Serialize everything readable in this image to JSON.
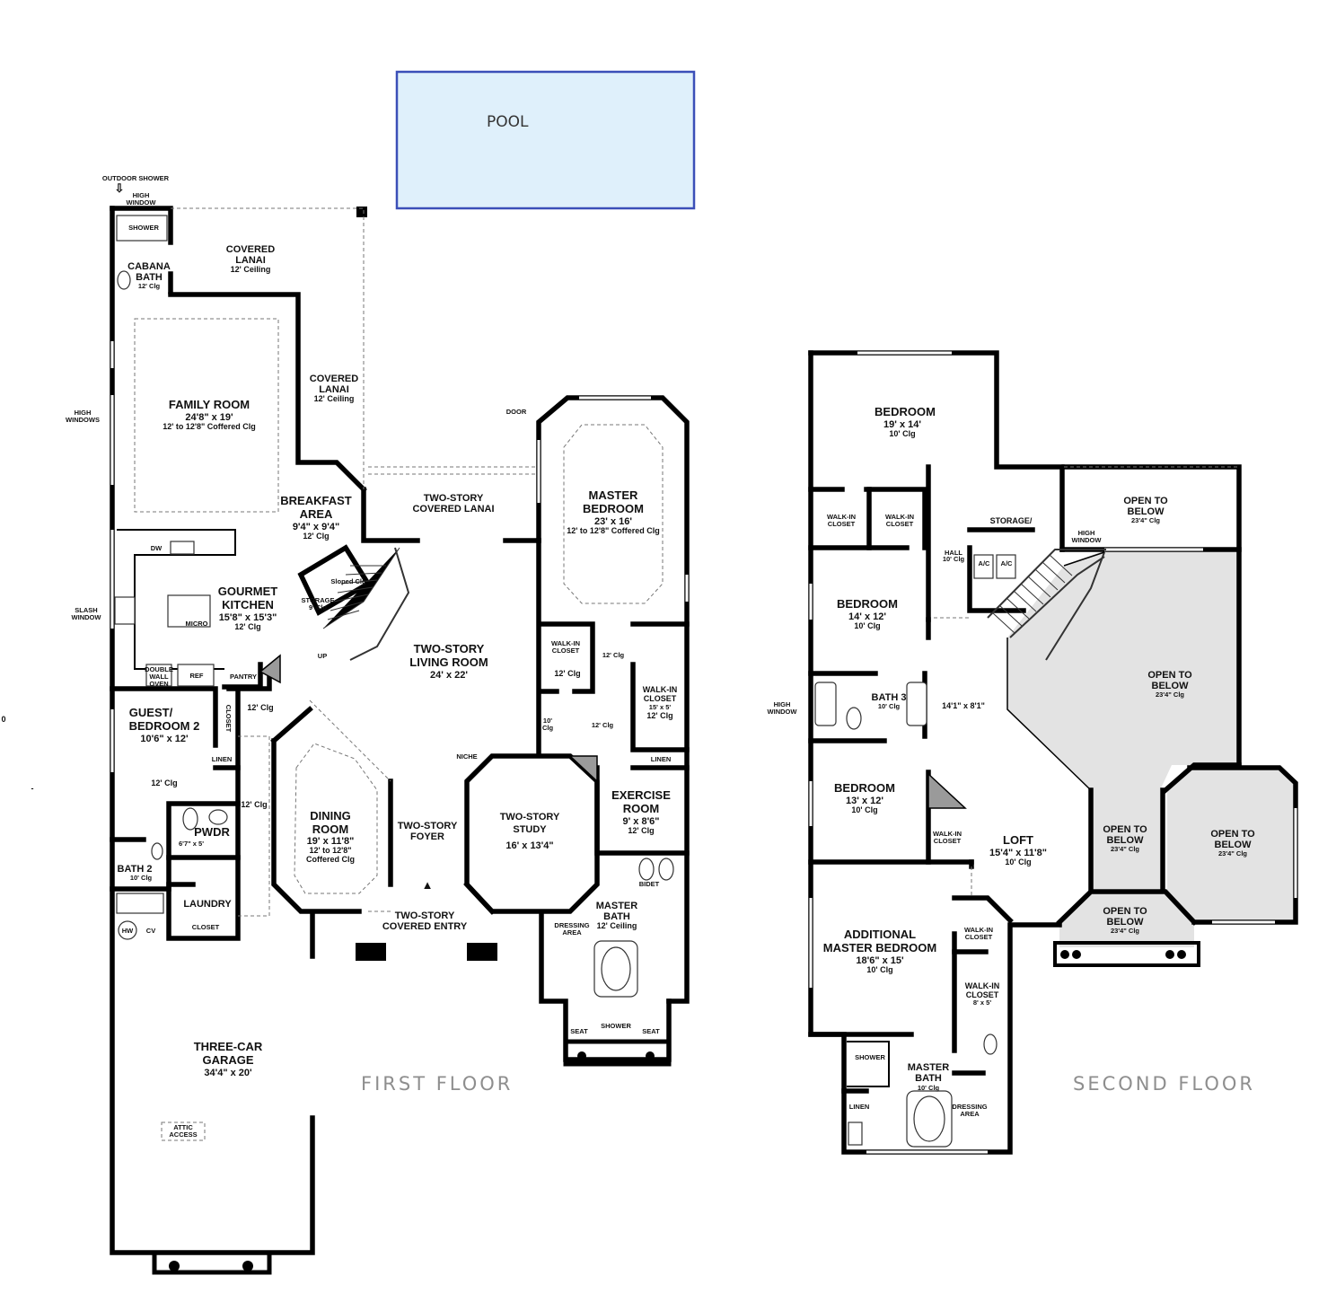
{
  "pool": {
    "label": "POOL",
    "fill": "#dff0fb",
    "stroke": "#3b4fb8"
  },
  "floors": {
    "first": "FIRST  FLOOR",
    "second": "SECOND  FLOOR"
  },
  "open_below_fill": "#e3e3e3",
  "first_floor": {
    "outdoor_shower": "OUTDOOR SHOWER",
    "high_window_a": "HIGH",
    "high_window_b": "WINDOW",
    "shower": "SHOWER",
    "cabana_bath": {
      "name1": "CABANA",
      "name2": "BATH",
      "clg": "12' Clg"
    },
    "covered_lanai_1": {
      "name1": "COVERED",
      "name2": "LANAI",
      "clg": "12' Ceiling"
    },
    "covered_lanai_2": {
      "name1": "COVERED",
      "name2": "LANAI",
      "clg": "12' Ceiling"
    },
    "high_windows": {
      "a": "HIGH",
      "b": "WINDOWS"
    },
    "family_room": {
      "name": "FAMILY ROOM",
      "dims": "24'8\" x 19'",
      "clg": "12' to 12'8\" Coffered Clg"
    },
    "breakfast_area": {
      "name1": "BREAKFAST",
      "name2": "AREA",
      "dims": "9'4\" x 9'4\"",
      "clg": "12' Clg"
    },
    "two_story_covered_lanai": {
      "name1": "TWO-STORY",
      "name2": "COVERED LANAI"
    },
    "door": "DOOR",
    "master_bedroom": {
      "name1": "MASTER",
      "name2": "BEDROOM",
      "dims": "23' x 16'",
      "clg": "12' to 12'8\" Coffered Clg"
    },
    "dw": "DW",
    "gourmet_kitchen": {
      "name1": "GOURMET",
      "name2": "KITCHEN",
      "dims": "15'8\" x 15'3\"",
      "clg": "12' Clg"
    },
    "micro": "MICRO",
    "storage": {
      "name": "STORAGE",
      "clg": "9' Clg"
    },
    "sloped_clg": "Sloped Clg",
    "slash_window": {
      "a": "SLASH",
      "b": "WINDOW"
    },
    "up": "UP",
    "double_wall_oven": {
      "a": "DOUBLE",
      "b": "WALL",
      "c": "OVEN"
    },
    "ref": "REF",
    "pantry": "PANTRY",
    "living_room": {
      "name1": "TWO-STORY",
      "name2": "LIVING ROOM",
      "dims": "24' x 22'"
    },
    "walk_in_closet_a": {
      "name1": "WALK-IN",
      "name2": "CLOSET",
      "clg": "12' Clg"
    },
    "clg_12_a": "12' Clg",
    "walk_in_closet_b": {
      "name1": "WALK-IN",
      "name2": "CLOSET",
      "dims": "15' x 5'",
      "clg": "12' Clg"
    },
    "guest_bedroom": {
      "name1": "GUEST/",
      "name2": "BEDROOM 2",
      "dims": "10'6\" x 12'",
      "clg": "12' Clg"
    },
    "closet": "CLOSET",
    "linen": "LINEN",
    "clg_12_b": "12' Clg",
    "clg_12_c": "12' Clg",
    "clg_10_a": "10'",
    "clg_10_b": "Clg",
    "clg_12_d": "12' Clg",
    "niche": "NICHE",
    "linen_b": "LINEN",
    "exercise_room": {
      "name1": "EXERCISE",
      "name2": "ROOM",
      "dims": "9' x 8'6\"",
      "clg": "12' Clg"
    },
    "dining_room": {
      "name1": "DINING",
      "name2": "ROOM",
      "dims": "19' x 11'8\"",
      "clg1": "12' to 12'8\"",
      "clg2": "Coffered Clg"
    },
    "foyer": {
      "name1": "TWO-STORY",
      "name2": "FOYER"
    },
    "study": {
      "name1": "TWO-STORY",
      "name2": "STUDY",
      "dims": "16' x 13'4\""
    },
    "pwdr": {
      "name": "PWDR",
      "dims": "6'7\" x 5'"
    },
    "bath2": {
      "name": "BATH 2",
      "clg": "10' Clg"
    },
    "laundry": "LAUNDRY",
    "closet_b": "CLOSET",
    "hw": "HW",
    "cv": "CV",
    "covered_entry": {
      "name1": "TWO-STORY",
      "name2": "COVERED ENTRY"
    },
    "bidet": "BIDET",
    "master_bath": {
      "name1": "MASTER",
      "name2": "BATH",
      "clg": "12' Ceiling"
    },
    "dressing_area": {
      "a": "DRESSING",
      "b": "AREA"
    },
    "shower_b": "SHOWER",
    "seat_a": "SEAT",
    "seat_b": "SEAT",
    "garage": {
      "name1": "THREE-CAR",
      "name2": "GARAGE",
      "dims": "34'4\" x 20'"
    },
    "attic_access": {
      "a": "ATTIC",
      "b": "ACCESS"
    }
  },
  "second_floor": {
    "bedroom_a": {
      "name": "BEDROOM",
      "dims": "19' x 14'",
      "clg": "10' Clg"
    },
    "walk_in_closet_1": {
      "a": "WALK-IN",
      "b": "CLOSET"
    },
    "walk_in_closet_2": {
      "a": "WALK-IN",
      "b": "CLOSET"
    },
    "storage": "STORAGE/",
    "open_below_1": {
      "a": "OPEN TO",
      "b": "BELOW",
      "clg": "23'4\" Clg"
    },
    "high_window": {
      "a": "HIGH",
      "b": "WINDOW"
    },
    "hall": {
      "name": "HALL",
      "clg": "10' Clg"
    },
    "ac_a": "A/C",
    "ac_b": "A/C",
    "bedroom_b": {
      "name": "BEDROOM",
      "dims": "14' x 12'",
      "clg": "10' Clg"
    },
    "open_below_2": {
      "a": "OPEN TO",
      "b": "BELOW",
      "clg": "23'4\" Clg"
    },
    "high_window_2": {
      "a": "HIGH",
      "b": "WINDOW"
    },
    "bath3": {
      "name": "BATH 3",
      "clg": "10' Clg"
    },
    "hall_dims": "14'1\" x 8'1\"",
    "bedroom_c": {
      "name": "BEDROOM",
      "dims": "13' x 12'",
      "clg": "10' Clg"
    },
    "walk_in_closet_3": {
      "a": "WALK-IN",
      "b": "CLOSET"
    },
    "loft": {
      "name": "LOFT",
      "dims": "15'4\" x 11'8\"",
      "clg": "10' Clg"
    },
    "open_below_3": {
      "a": "OPEN TO",
      "b": "BELOW",
      "clg": "23'4\" Clg"
    },
    "open_below_4": {
      "a": "OPEN TO",
      "b": "BELOW",
      "clg": "23'4\" Clg"
    },
    "open_below_5": {
      "a": "OPEN TO",
      "b": "BELOW",
      "clg": "23'4\" Clg"
    },
    "add_master": {
      "name1": "ADDITIONAL",
      "name2": "MASTER BEDROOM",
      "dims": "18'6\" x 15'",
      "clg": "10' Clg"
    },
    "walk_in_closet_4": {
      "a": "WALK-IN",
      "b": "CLOSET"
    },
    "walk_in_closet_5": {
      "a": "WALK-IN",
      "b": "CLOSET",
      "dims": "8' x 5'"
    },
    "shower": "SHOWER",
    "master_bath": {
      "name1": "MASTER",
      "name2": "BATH",
      "clg": "10' Clg"
    },
    "linen": "LINEN",
    "dressing_area": {
      "a": "DRESSING",
      "b": "AREA"
    }
  },
  "margin_marks": {
    "a": "0",
    "b": "-"
  }
}
